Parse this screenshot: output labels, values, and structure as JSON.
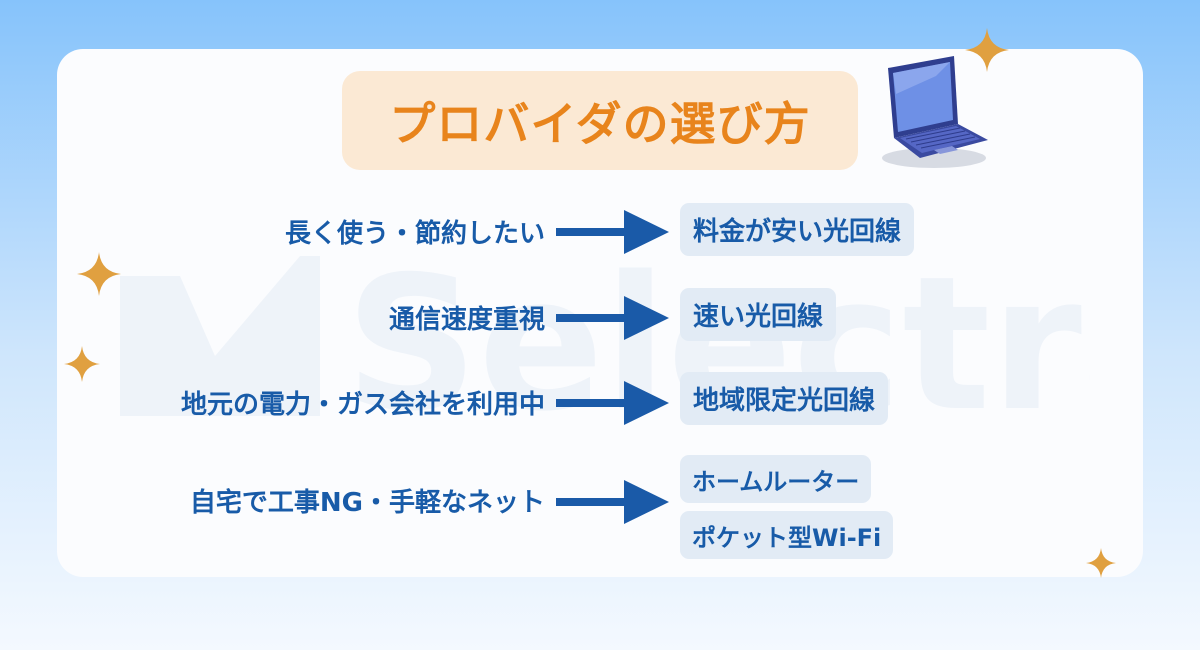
{
  "title": "プロバイダの選び方",
  "rows": [
    {
      "label": "長く使う・節約したい",
      "results": [
        "料金が安い光回線"
      ]
    },
    {
      "label": "通信速度重視",
      "results": [
        "速い光回線"
      ]
    },
    {
      "label": "地元の電力・ガス会社を利用中",
      "results": [
        "地域限定光回線"
      ]
    },
    {
      "label": "自宅で工事NG・手軽なネット",
      "results": [
        "ホームルーター",
        "ポケット型Wi-Fi"
      ]
    }
  ],
  "watermark": "Selectra",
  "colors": {
    "title": "#e8841c",
    "title_background": "#fbe9d4",
    "text": "#185ba8",
    "arrow": "#1a5aa8",
    "result_background": "#e2ebf5",
    "sparkle": "#e0a040"
  },
  "icons": [
    "laptop-icon",
    "sparkle-icon"
  ]
}
